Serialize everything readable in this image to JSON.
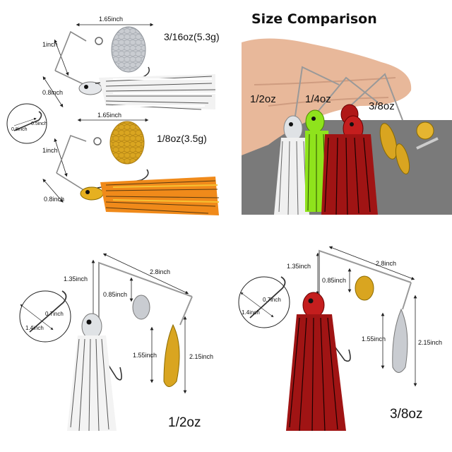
{
  "top_left": {
    "lure1": {
      "width": "1.65inch",
      "height": "1inch",
      "arm": "0.8inch",
      "weight": "3/16oz(5.3g)"
    },
    "hook_inset": {
      "a": "0.5inch",
      "b": "0.8inch"
    },
    "lure2": {
      "width": "1.65inch",
      "height": "1inch",
      "arm": "0.8inch",
      "weight": "1/8oz(3.5g)"
    }
  },
  "comparison": {
    "title": "Size Comparison",
    "labels": [
      "1/2oz",
      "1/4oz",
      "3/8oz"
    ]
  },
  "bottom_left": {
    "arm": "1.35inch",
    "length": "2.8inch",
    "blade_small": "0.85inch",
    "blade_large": "1.55inch",
    "total": "2.15inch",
    "hook_a": "0.7inch",
    "hook_b": "1.4inch",
    "weight": "1/2oz"
  },
  "bottom_right": {
    "arm": "1.35inch",
    "length": "2.8inch",
    "blade_small": "0.85inch",
    "blade_large": "1.55inch",
    "total": "2.15inch",
    "hook_a": "0.7inch",
    "hook_b": "1.4inch",
    "weight": "3/8oz"
  },
  "colors": {
    "silver": "#c9ccd1",
    "gold": "#d9a520",
    "red": "#b01818",
    "lime": "#8fe31c",
    "orange": "#f08a1a",
    "skin": "#e8b89a"
  }
}
